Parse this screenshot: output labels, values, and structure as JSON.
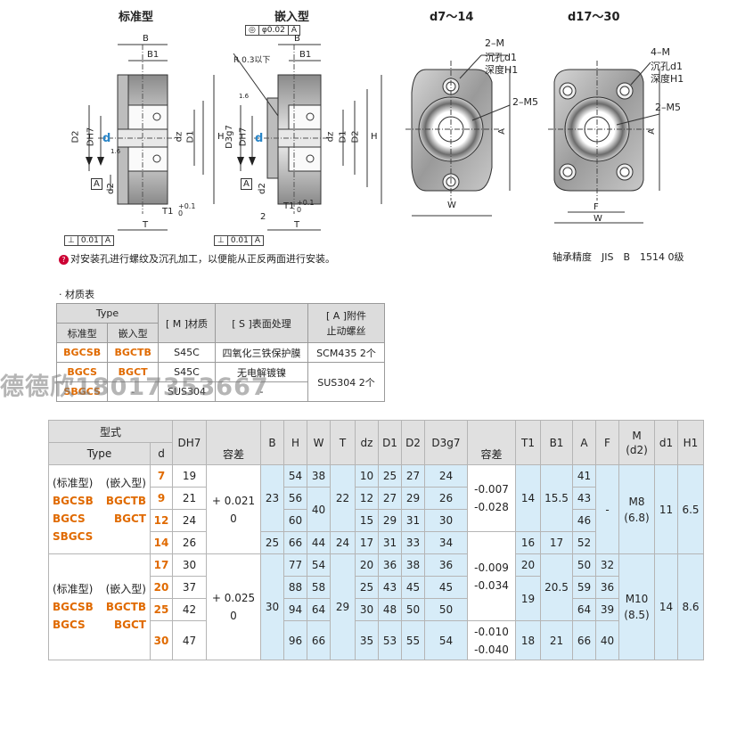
{
  "drawings": {
    "titles": {
      "standard": "标准型",
      "embedded": "嵌入型",
      "small": "d7～14",
      "large": "d17～30"
    },
    "standard_labels": {
      "B": "B",
      "B1": "B1",
      "D2": "D2",
      "DH7": "DH7",
      "d": "d",
      "dz": "dz",
      "D1": "D1",
      "H": "H",
      "A": "A",
      "d2": "d2",
      "T1": "T1",
      "T1_tol": "+0.1 0",
      "T": "T",
      "rough": "1.6"
    },
    "embedded_labels": {
      "B": "B",
      "B1": "B1",
      "D3g7": "D3g7",
      "DH7": "DH7",
      "d": "d",
      "dz": "dz",
      "D1": "D1",
      "D2": "D2",
      "H": "H",
      "A": "A",
      "d2": "d2",
      "T1": "T1",
      "T1_tol": "+0.1 0",
      "T": "T",
      "two": "2",
      "rough": "1.6",
      "radius_note": "R 0.3以下",
      "pos_tol": "φ0.02",
      "pos_datum": "A"
    },
    "perp_tol": {
      "sym": "⊥",
      "val": "0.01",
      "datum": "A"
    },
    "front_small": {
      "holes": "2–M",
      "counterbore": "沉孔d1",
      "depth": "深度H1",
      "thread": "2–M5",
      "A": "A",
      "W": "W"
    },
    "front_large": {
      "holes": "4–M",
      "counterbore": "沉孔d1",
      "depth": "深度H1",
      "thread": "2–M5",
      "A": "A",
      "F": "F",
      "W": "W"
    },
    "note": "对安装孔进行螺纹及沉孔加工，以便能从正反两面进行安装。",
    "bearing_accuracy": "轴承精度　JIS　B　1514 0级"
  },
  "material": {
    "section_title": "· 材质表",
    "headers": {
      "type": "Type",
      "standard": "标准型",
      "embedded": "嵌入型",
      "material": "[ M ]材质",
      "surface": "[ S ]表面处理",
      "accessory_l1": "[ A ]附件",
      "accessory_l2": "止动螺丝"
    },
    "rows": [
      {
        "standard": "BGCSB",
        "embedded": "BGCTB",
        "material": "S45C",
        "surface": "四氧化三铁保护膜",
        "accessory": "SCM435 2个"
      },
      {
        "standard": "BGCS",
        "embedded": "BGCT",
        "material": "S45C",
        "surface": "无电解镀镍",
        "accessory": "SUS304 2个"
      },
      {
        "standard": "SBGCS",
        "embedded": "-",
        "material": "SUS304",
        "surface": "-",
        "accessory": ""
      }
    ]
  },
  "watermark": "德德欣18017353667",
  "spec": {
    "headers": {
      "model": "型式",
      "type": "Type",
      "d": "d",
      "DH7": "DH7",
      "tol": "容差",
      "B": "B",
      "H": "H",
      "W": "W",
      "T": "T",
      "dz": "dz",
      "D1": "D1",
      "D2": "D2",
      "D3g7": "D3g7",
      "tol2": "容差",
      "T1": "T1",
      "B1": "B1",
      "A": "A",
      "F": "F",
      "M": "M",
      "M_sub": "(d2)",
      "d1": "d1",
      "H1": "H1"
    },
    "group1_types": {
      "std_label": "(标准型)",
      "emb_label": "(嵌入型)",
      "std1": "BGCSB",
      "emb1": "BGCTB",
      "std2": "BGCS",
      "emb2": "BGCT",
      "std3": "SBGCS"
    },
    "group2_types": {
      "std_label": "(标准型)",
      "emb_label": "(嵌入型)",
      "std1": "BGCSB",
      "emb1": "BGCTB",
      "std2": "BGCS",
      "emb2": "BGCT"
    },
    "rows": [
      {
        "d": "7",
        "DH7": "19",
        "H": "54",
        "W": "38",
        "dz": "10",
        "D1": "25",
        "D2": "27",
        "D3": "24",
        "A": "41"
      },
      {
        "d": "9",
        "DH7": "21",
        "H": "56",
        "dz": "12",
        "D1": "27",
        "D2": "29",
        "D3": "26",
        "A": "43"
      },
      {
        "d": "12",
        "DH7": "24",
        "H": "60",
        "dz": "15",
        "D1": "29",
        "D2": "31",
        "D3": "30",
        "A": "46"
      },
      {
        "d": "14",
        "DH7": "26",
        "B": "25",
        "H": "66",
        "W": "44",
        "T": "24",
        "dz": "17",
        "D1": "31",
        "D2": "33",
        "D3": "34",
        "T1": "16",
        "B1": "17",
        "A": "52"
      },
      {
        "d": "17",
        "DH7": "30",
        "H": "77",
        "W": "54",
        "dz": "20",
        "D1": "36",
        "D2": "38",
        "D3": "36",
        "T1": "20",
        "A": "50",
        "F": "32"
      },
      {
        "d": "20",
        "DH7": "37",
        "H": "88",
        "W": "58",
        "dz": "25",
        "D1": "43",
        "D2": "45",
        "D3": "45",
        "A": "59",
        "F": "36"
      },
      {
        "d": "25",
        "DH7": "42",
        "H": "94",
        "W": "64",
        "dz": "30",
        "D1": "48",
        "D2": "50",
        "D3": "50",
        "A": "64",
        "F": "39"
      },
      {
        "d": "30",
        "DH7": "47",
        "H": "96",
        "W": "66",
        "dz": "35",
        "D1": "53",
        "D2": "55",
        "D3": "54",
        "T1": "18",
        "B1": "21",
        "A": "66",
        "F": "40"
      }
    ],
    "merged": {
      "tolA_1": "+ 0.021",
      "tolA_2": "0",
      "tolB_1": "+ 0.025",
      "tolB_2": "0",
      "B_1": "23",
      "B_2": "30",
      "W_2": "40",
      "T_1": "22",
      "T_2": "29",
      "tolC_1": "-0.007",
      "tolC_2": "-0.028",
      "tolD_1": "-0.009",
      "tolD_2": "-0.034",
      "tolE_1": "-0.010",
      "tolE_2": "-0.040",
      "T1_1": "14",
      "B1_1": "15.5",
      "T1_2": "19",
      "B1_2": "20.5",
      "F_1": "-",
      "M_1": "M8",
      "M_1s": "(6.8)",
      "M_2": "M10",
      "M_2s": "(8.5)",
      "d1_1": "11",
      "d1_2": "14",
      "H1_1": "6.5",
      "H1_2": "8.6"
    }
  }
}
